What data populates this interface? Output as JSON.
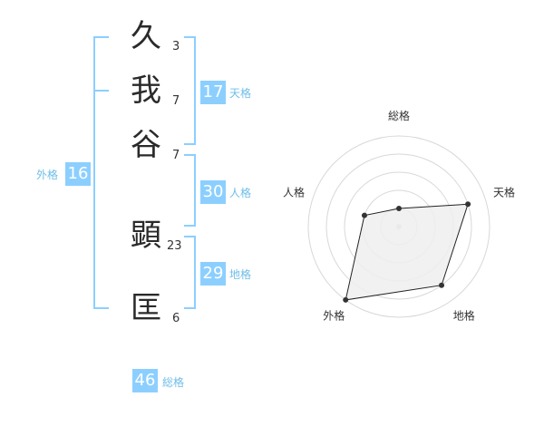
{
  "name": {
    "characters": [
      {
        "char": "久",
        "strokes": "3"
      },
      {
        "char": "我",
        "strokes": "7"
      },
      {
        "char": "谷",
        "strokes": "7"
      },
      {
        "char": "顕",
        "strokes": "23"
      },
      {
        "char": "匡",
        "strokes": "6"
      }
    ]
  },
  "fortunes": {
    "tenkaku": {
      "value": "17",
      "label": "天格"
    },
    "jinkaku": {
      "value": "30",
      "label": "人格"
    },
    "chikaku": {
      "value": "29",
      "label": "地格"
    },
    "gaikaku": {
      "value": "16",
      "label": "外格"
    },
    "soukaku": {
      "value": "46",
      "label": "総格"
    }
  },
  "colors": {
    "accent": "#8ccfff",
    "accent_text": "#6fbde8",
    "polygon_fill": "#eeeeee"
  },
  "chart_data": {
    "type": "radar",
    "axes": [
      "総格",
      "天格",
      "地格",
      "外格",
      "人格"
    ],
    "values": [
      1,
      4,
      4,
      5,
      2
    ],
    "max": 5,
    "grid_rings": 5
  }
}
